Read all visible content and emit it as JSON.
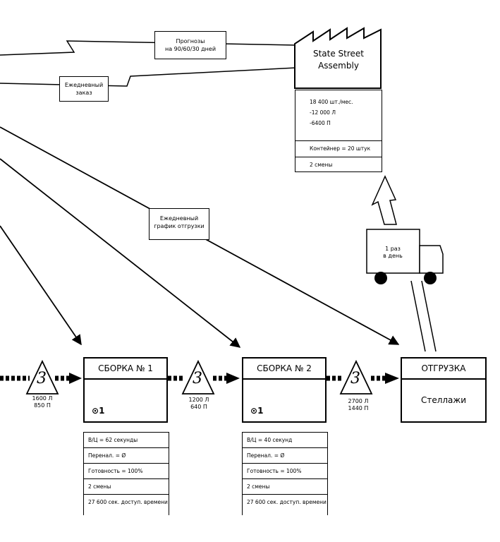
{
  "customer": {
    "name_line1": "State Street",
    "name_line2": "Assembly",
    "rows": [
      "18 400 шт./мес.",
      "-12 000 Л",
      "-6400  П"
    ],
    "container": "Контейнер = 20 штук",
    "shifts": "2 смены"
  },
  "info_boxes": {
    "forecast_line1": "Прогнозы",
    "forecast_line2": "на 90/60/30  дней",
    "daily_order_line1": "Ежедневный",
    "daily_order_line2": "заказ",
    "ship_schedule_line1": "Ежедневный",
    "ship_schedule_line2": "график отгрузки"
  },
  "truck": {
    "label_line1": "1 раз",
    "label_line2": "в день"
  },
  "inventory": [
    {
      "num": "3",
      "line1": "1600 Л",
      "line2": "850 П"
    },
    {
      "num": "3",
      "line1": "1200 Л",
      "line2": "640 П"
    },
    {
      "num": "3",
      "line1": "2700 Л",
      "line2": "1440 П"
    }
  ],
  "processes": [
    {
      "title": "СБОРКА № 1",
      "operator": "1",
      "rows": [
        "В/Ц = 62 секунды",
        "Перенал. = Ø",
        "Готовность = 100%",
        "2 смены",
        "27 600 сек. доступ. времени"
      ]
    },
    {
      "title": "СБОРКА № 2",
      "operator": "1",
      "rows": [
        "В/Ц = 40 секунд",
        "Перенал. = Ø",
        "Готовность = 100%",
        "2 смены",
        "27 600 сек. доступ. времени"
      ]
    }
  ],
  "shipping": {
    "title": "ОТГРУЗКА",
    "subtitle": "Стеллажи"
  }
}
